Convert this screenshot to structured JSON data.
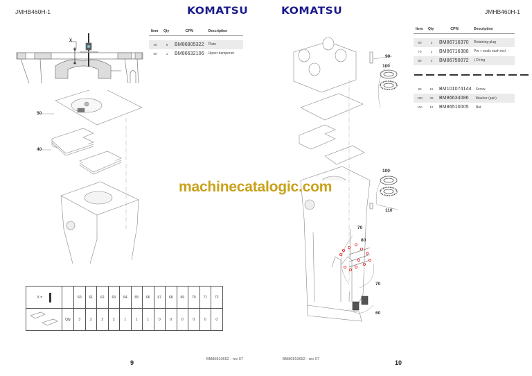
{
  "document": {
    "model": "JMHB460H-1",
    "brand": "KOMATSU",
    "doc_number": "BM86810652 - rev 07",
    "watermark": "machinecatalogic.com"
  },
  "left_page": {
    "header_code": "JMHB460H-1",
    "logo": "KOMATSU",
    "page_number": "9",
    "footer_code": "BM86810652 - rev 07",
    "table": {
      "columns": [
        "Item",
        "Qty",
        "CPN",
        "Description"
      ],
      "rows": [
        {
          "item": "40",
          "qty": "6",
          "cpn": "BM86805322",
          "description": "Plate"
        },
        {
          "item": "50",
          "qty": "1",
          "cpn": "BM86632106",
          "description": "Upper dampener"
        }
      ]
    },
    "callouts": {
      "x": "X",
      "c50": "50",
      "c40": "40"
    },
    "qty_grid": {
      "x_label": "X =",
      "qty_label": "Qty",
      "x_values": [
        "60",
        "61",
        "62",
        "63",
        "64",
        "65",
        "66",
        "67",
        "68",
        "69",
        "70",
        "71",
        "72"
      ],
      "qty_values": [
        "3",
        "2",
        "2",
        "2",
        "1",
        "1",
        "1",
        "0",
        "0",
        "0",
        "0",
        "0",
        "0"
      ]
    }
  },
  "right_page": {
    "header_code": "JMHB460H-1",
    "logo": "KOMATSU",
    "page_number": "10",
    "footer_code": "BM86810652 - rev 07",
    "table": {
      "columns": [
        "Item",
        "Qty",
        "CPN",
        "Description"
      ],
      "rows_top": [
        {
          "item": "60",
          "qty": "2",
          "cpn": "BM86716370",
          "description": "Retaining plug"
        },
        {
          "item": "70",
          "qty": "2",
          "cpn": "BM86716388",
          "description": "Pin + seals each incl. :"
        },
        {
          "item": "80",
          "qty": "4",
          "cpn": "BM86750072",
          "description": "( O'ring"
        }
      ],
      "rows_bottom": [
        {
          "item": "90",
          "qty": "16",
          "cpn": "BM101074144",
          "description": "Screw"
        },
        {
          "item": "100",
          "qty": "32",
          "cpn": "BM86634086",
          "description": "Washer (pair)"
        },
        {
          "item": "110",
          "qty": "16",
          "cpn": "BM86510005",
          "description": "Nut"
        }
      ]
    },
    "callouts": {
      "c90": "90",
      "c100a": "100",
      "c100b": "100",
      "c110": "110",
      "c70a": "70",
      "c80": "80",
      "c70b": "70",
      "c60": "60"
    }
  },
  "colors": {
    "logo": "#1a1a8c",
    "watermark": "#c9a11a",
    "row_shade": "#ebebeb",
    "oring_red": "#e02020"
  }
}
